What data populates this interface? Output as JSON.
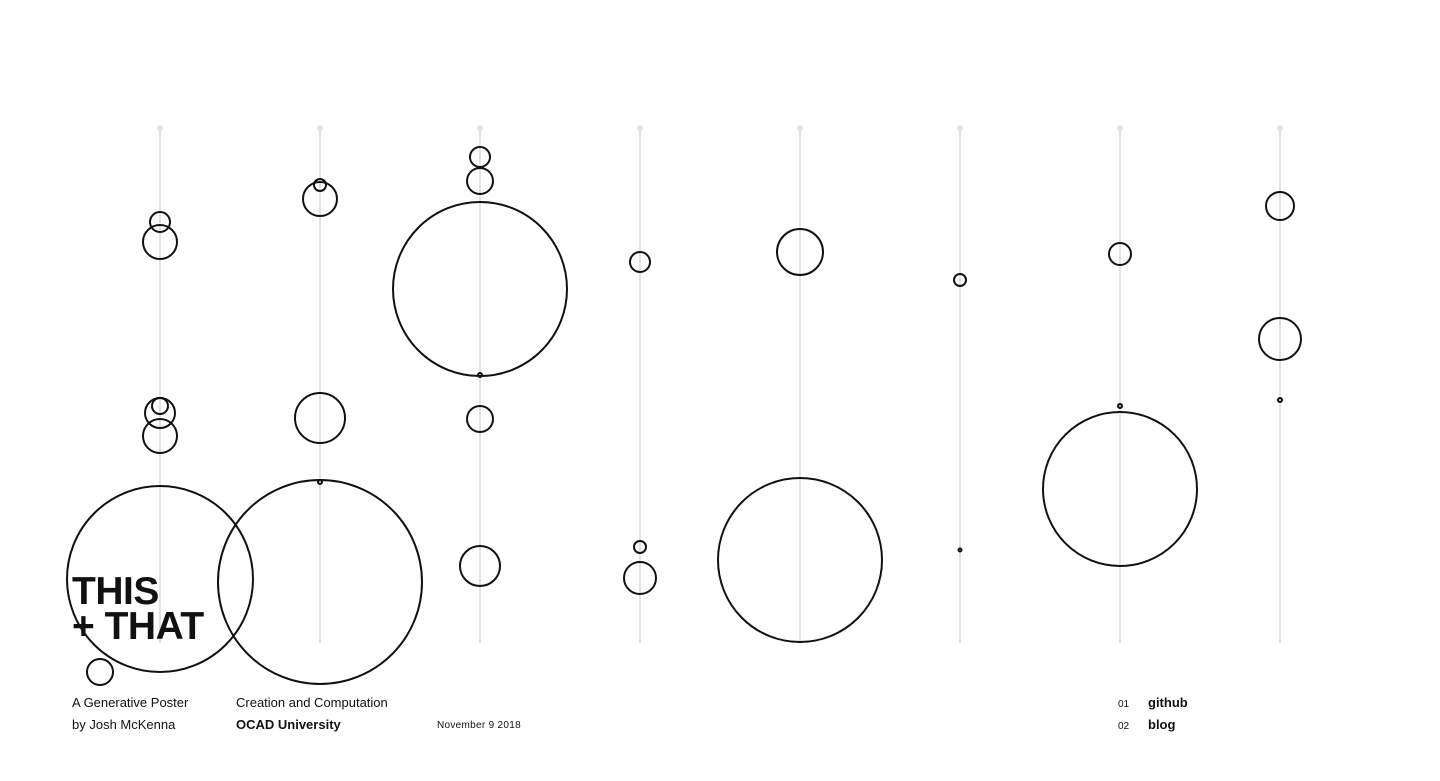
{
  "poster": {
    "title_line1": "THIS",
    "title_line2": "+ THAT",
    "column_count": 8,
    "line_color": "#e2e2e2",
    "circle_color": "#111111"
  },
  "footer": {
    "subtitle_line1": "A Generative Poster",
    "subtitle_line2": "by Josh McKenna",
    "course_line1": "Creation and Computation",
    "course_line2": "OCAD University",
    "date": "November 9 2018"
  },
  "links": [
    {
      "num": "01",
      "label": "github"
    },
    {
      "num": "02",
      "label": "blog"
    }
  ]
}
